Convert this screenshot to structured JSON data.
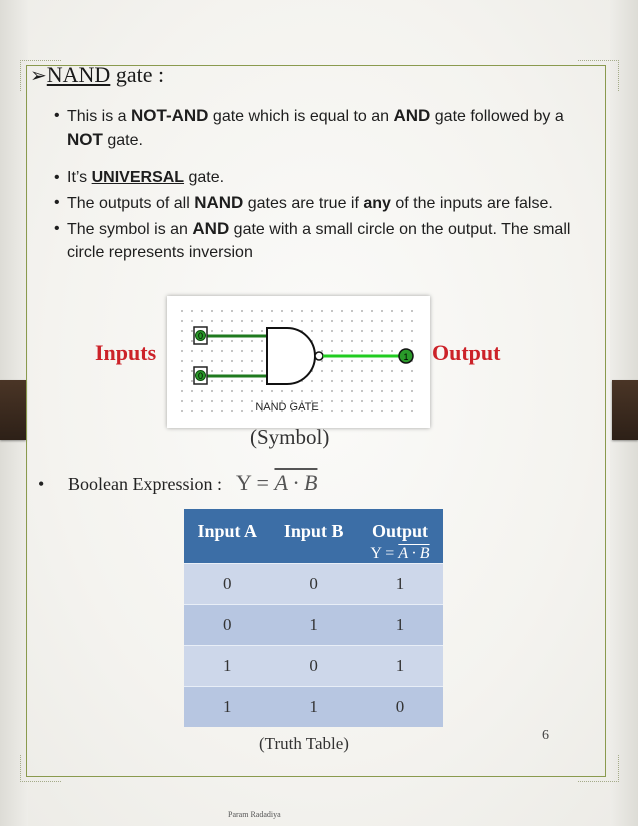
{
  "heading": {
    "arrow": "➢",
    "title": "NAND",
    "suffix": " gate :"
  },
  "bullets": [
    {
      "parts": [
        "This is a ",
        "NOT-AND",
        " gate which is equal  to an ",
        "AND",
        " gate followed by a ",
        "NOT",
        "  gate."
      ]
    },
    {
      "parts": [
        "It’s ",
        "UNIVERSAL",
        " gate."
      ]
    },
    {
      "parts": [
        "The outputs of all ",
        "NAND",
        " gates are true  if ",
        "any",
        " of the inputs are false."
      ]
    },
    {
      "parts": [
        "The symbol is an ",
        "AND",
        " gate with a  small circle on the output. The small  circle represents inversion"
      ]
    }
  ],
  "diagram": {
    "inputs_label": "Inputs",
    "output_label": "Output",
    "gate_caption": "NAND GATE",
    "input_values": [
      "0",
      "0"
    ],
    "output_value": "1",
    "caption": "(Symbol)"
  },
  "boolean": {
    "bullet": "•",
    "label": "Boolean Expression :",
    "lhs": "Y = ",
    "rhs": "A · B"
  },
  "truth_table": {
    "headers": [
      "Input A",
      "Input B",
      "Output"
    ],
    "output_sub_lhs": "Y = ",
    "output_sub_rhs": "A · B",
    "rows": [
      [
        "0",
        "0",
        "1"
      ],
      [
        "0",
        "1",
        "1"
      ],
      [
        "1",
        "0",
        "1"
      ],
      [
        "1",
        "1",
        "0"
      ]
    ],
    "caption": "(Truth Table)"
  },
  "page_number": "6",
  "footer": "Param Radadiya",
  "colors": {
    "accent_red": "#cc2229",
    "table_header": "#3c6ea6",
    "frame": "#8a9a4e",
    "wire_green": "#1f7a1f",
    "output_wire": "#22cc22"
  }
}
